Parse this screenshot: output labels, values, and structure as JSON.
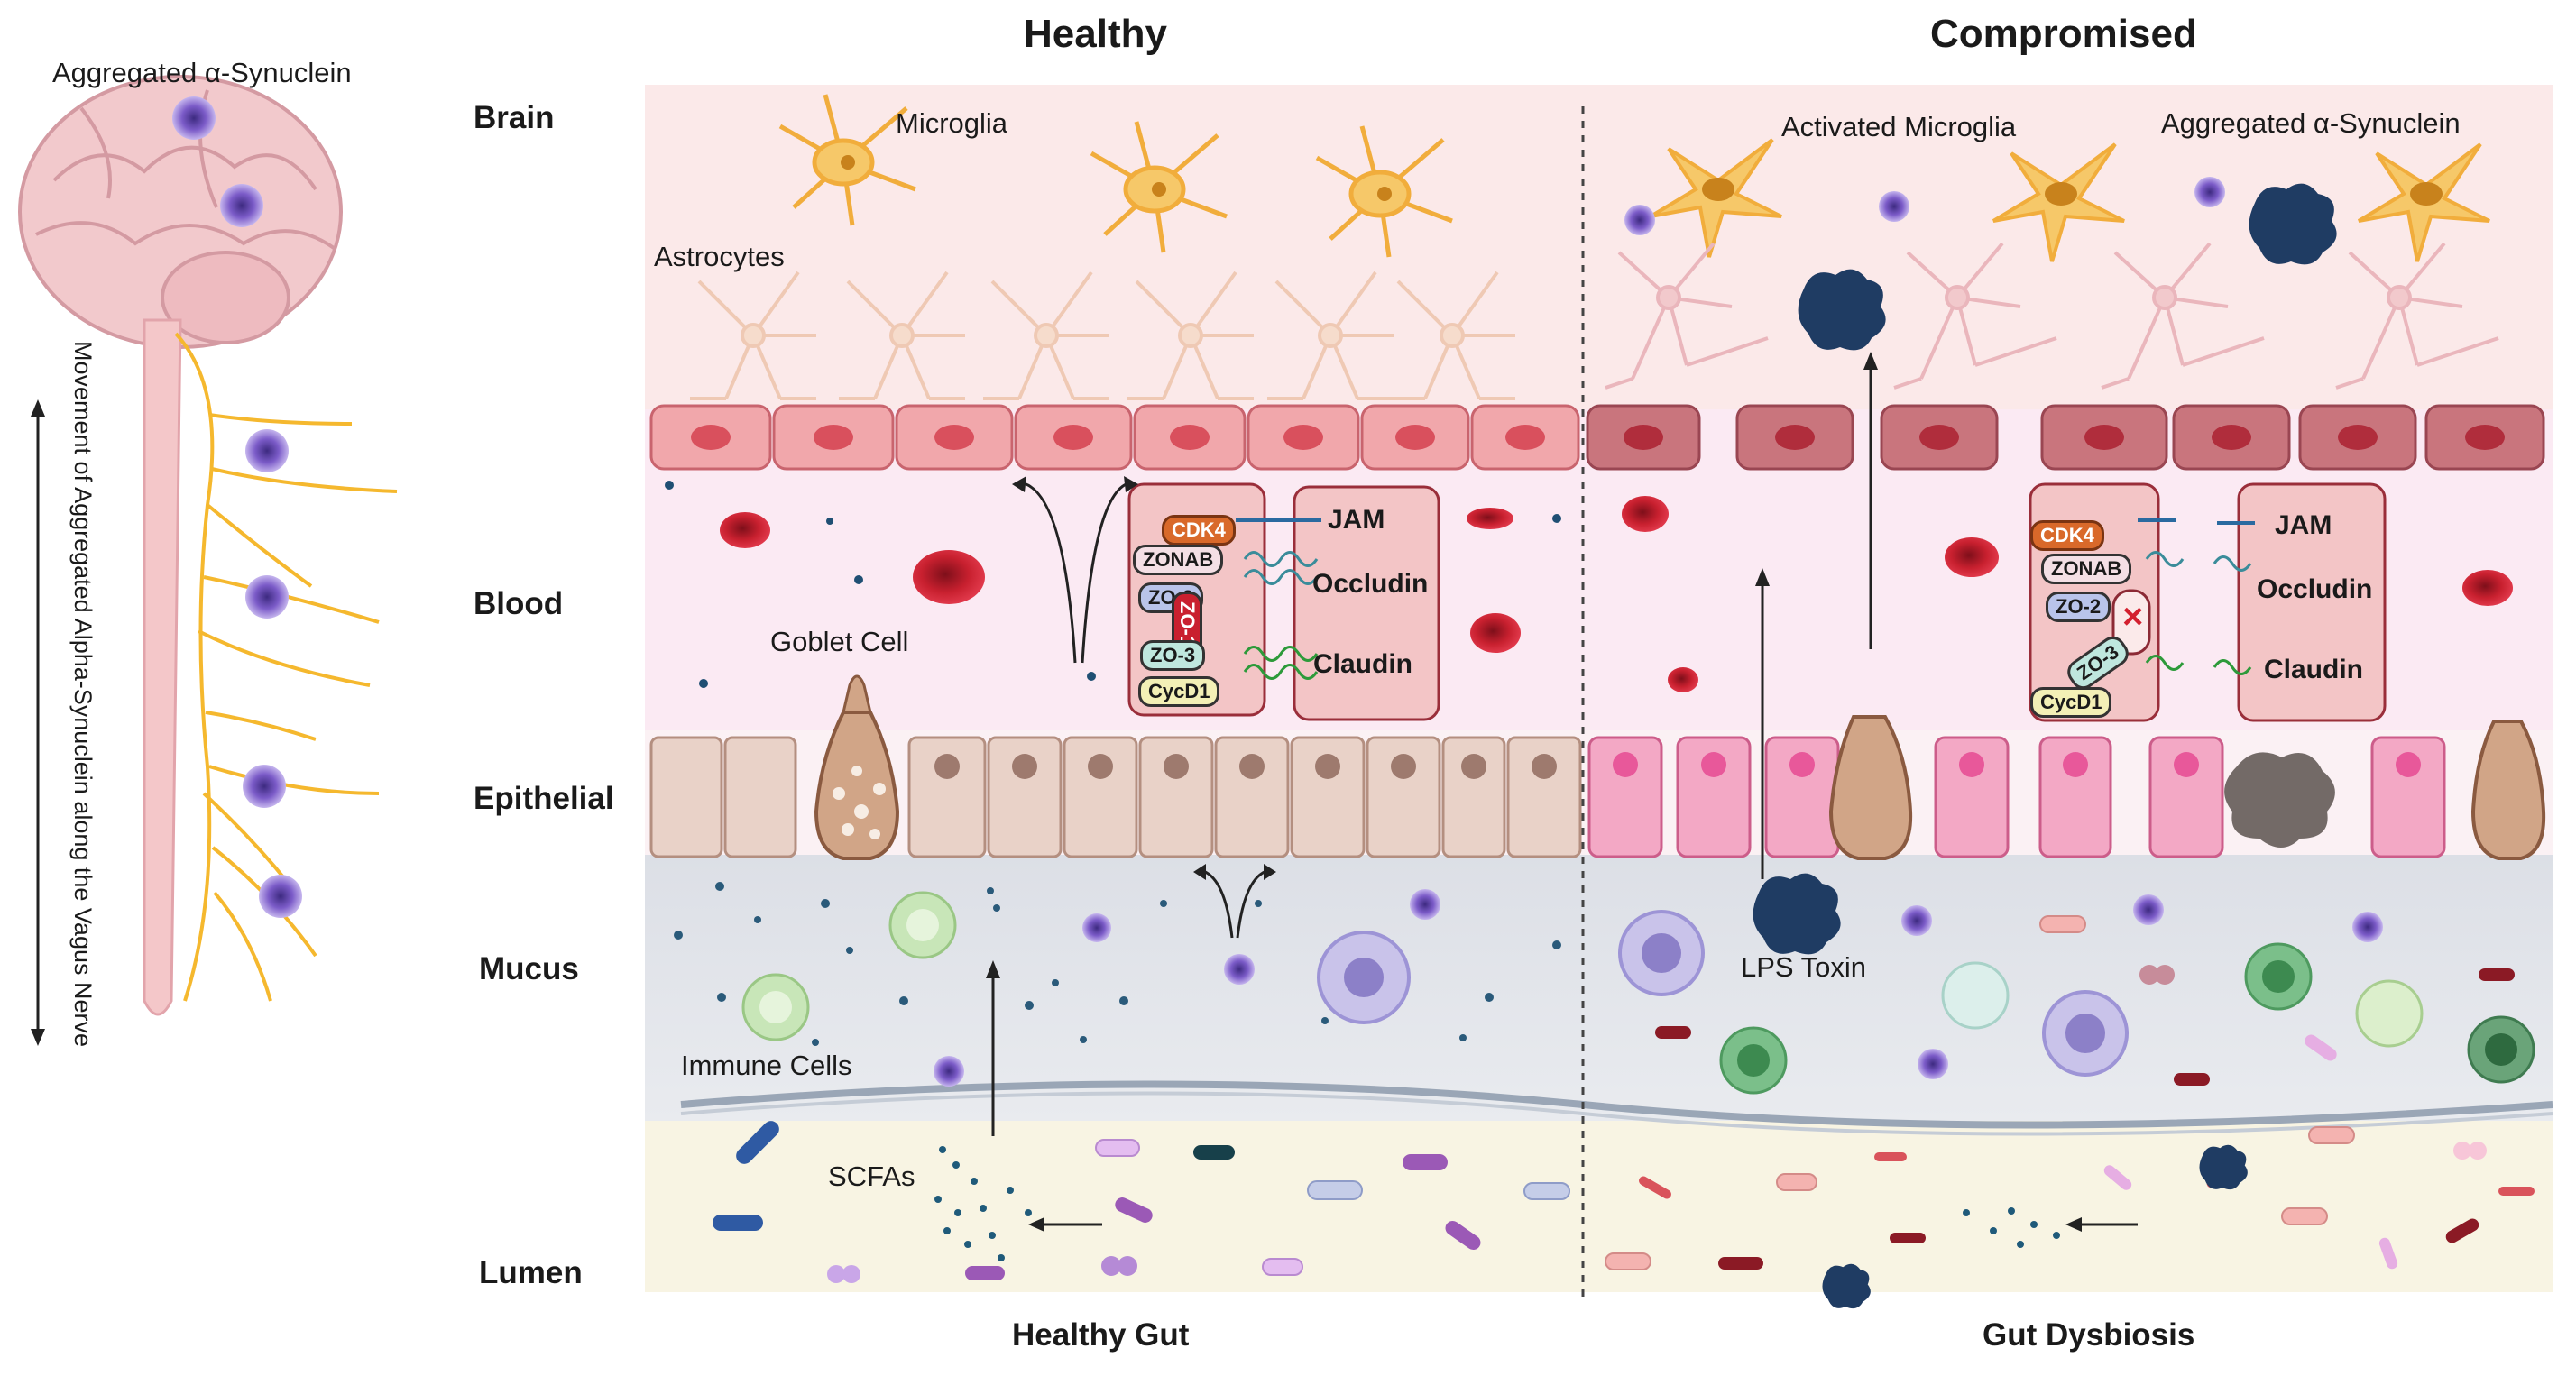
{
  "column_titles": {
    "left": "Healthy",
    "right": "Compromised"
  },
  "row_labels": [
    "Brain",
    "Blood",
    "Epithelial",
    "Mucus",
    "Lumen"
  ],
  "bottom_labels": {
    "left": "Healthy Gut",
    "right": "Gut Dysbiosis"
  },
  "brain_panel": {
    "title": "Aggregated α-Synuclein",
    "axis_label": "Movement of Aggregated Alpha-Synuclein along the Vagus Nerve"
  },
  "healthy_labels": {
    "microglia": "Microglia",
    "astrocytes": "Astrocytes",
    "goblet_cell": "Goblet Cell",
    "immune_cells": "Immune Cells",
    "scfas": "SCFAs"
  },
  "compromised_labels": {
    "activated_microglia": "Activated Microglia",
    "aggregated_synuclein": "Aggregated α-Synuclein",
    "lps_toxin": "LPS Toxin"
  },
  "tight_junction": {
    "proteins_left": [
      "CDK4",
      "ZONAB",
      "ZO-2",
      "ZO-1",
      "ZO-3",
      "CycD1"
    ],
    "proteins_right": [
      "JAM",
      "Occludin",
      "Claudin"
    ],
    "broken_mark": "×"
  },
  "colors": {
    "brain_layer": "#fbe9e9",
    "blood_layer": "#fbeaf3",
    "mucus_layer": "#e3e6eb",
    "lumen_layer": "#f8f4e3",
    "nerve": "#f5b82e",
    "synuclein": "#7b5bc8",
    "lps": "#1f3c63",
    "cdk4": "#d9692a",
    "rbc": "#c8202f"
  }
}
